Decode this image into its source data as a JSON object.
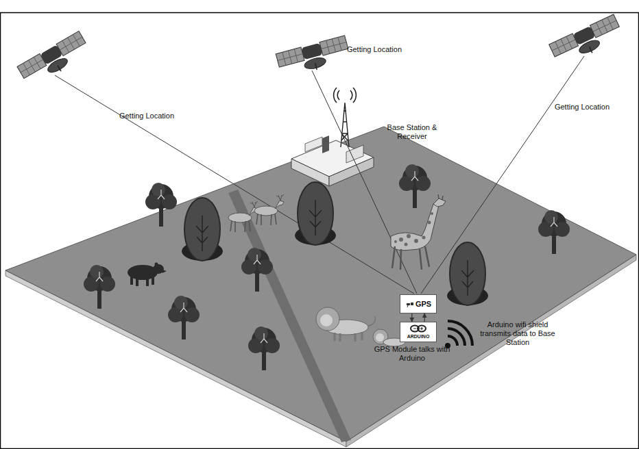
{
  "diagram": {
    "nodes": [
      {
        "text": [
          "GPS"
        ]
      },
      {
        "text": [
          "ARDUINO"
        ]
      }
    ],
    "edges": [
      {
        "from": 0,
        "to": 1,
        "arrow": "to"
      },
      {
        "from": 1,
        "to": 0,
        "arrow": "to"
      }
    ],
    "labels": [
      "Getting Location",
      "Getting Location",
      "Getting Location",
      "Base Station & Receiver",
      "GPS Module talks with Arduino",
      "Arduino wifi shield transmits data to Base Station"
    ]
  }
}
